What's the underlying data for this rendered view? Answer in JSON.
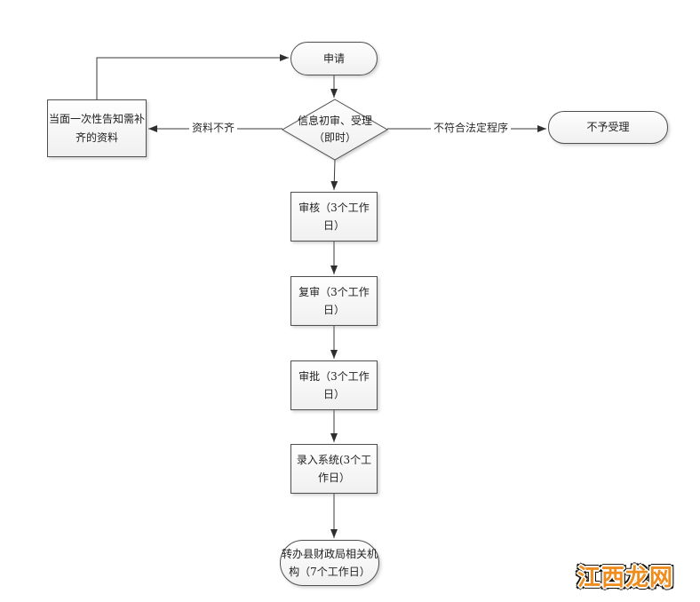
{
  "diagram": {
    "nodes": {
      "apply": {
        "label": "申请"
      },
      "initial_review": {
        "line1": "信息初审、受理",
        "line2": "（即时）"
      },
      "notify_supplement": {
        "label": "当面一次性告知需补齐的资料"
      },
      "reject": {
        "label": "不予受理"
      },
      "audit": {
        "label": "审核（3个工作日）"
      },
      "recheck": {
        "label": "复审（3个工作日）"
      },
      "approve": {
        "label": "审批（3个工作日）"
      },
      "system_entry": {
        "label": "录入系统(3个工作日）"
      },
      "transfer": {
        "label": "转办县财政局相关机构（7个工作日）"
      }
    },
    "edge_labels": {
      "materials_incomplete": "资料不齐",
      "illegal_procedure": "不符合法定程序"
    }
  },
  "watermark": {
    "text": "江西龙网",
    "color": "#ee8c1e"
  },
  "colors": {
    "node_border": "#4f4f4f",
    "connector": "#3a3a3a",
    "node_fill_top": "#fefefe",
    "node_fill_bottom": "#f0f0f0"
  }
}
